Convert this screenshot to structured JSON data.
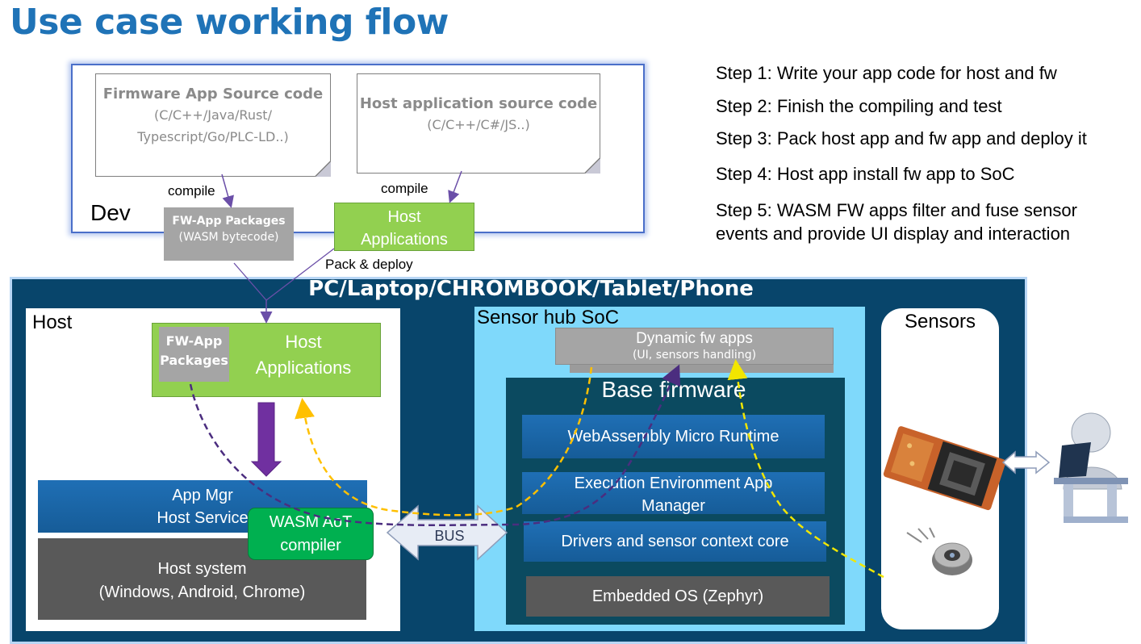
{
  "title": "Use case working flow",
  "dev": {
    "label": "Dev",
    "fw_source": {
      "title": "Firmware App Source code",
      "lines": [
        "(C/C++/Java/Rust/",
        "Typescript/Go/PLC-LD..)"
      ]
    },
    "host_source": {
      "title": "Host application source code",
      "lines": [
        "(C/C++/C#/JS..)"
      ]
    },
    "compile_left": "compile",
    "compile_right": "compile",
    "fw_packages": {
      "title": "FW-App Packages",
      "sub": "(WASM bytecode)"
    },
    "host_apps": {
      "line1": "Host",
      "line2": "Applications"
    },
    "pack_deploy": "Pack & deploy"
  },
  "steps": [
    "Step 1: Write your app code for host and fw",
    "Step 2: Finish the compiling and test",
    "Step 3: Pack host app and fw app and deploy it",
    "Step 4: Host app install fw app to SoC",
    "Step 5: WASM FW apps filter and fuse sensor",
    "events and provide UI display and interaction"
  ],
  "platform": {
    "title": "PC/Laptop/CHROMBOOK/Tablet/Phone",
    "host": {
      "label": "Host",
      "fw_packages": {
        "line1": "FW-App",
        "line2": "Packages"
      },
      "host_apps": {
        "line1": "Host",
        "line2": "Applications"
      },
      "app_mgr": {
        "line1": "App Mgr",
        "line2": "Host Service"
      },
      "aot": {
        "line1": "WASM AoT",
        "line2": "compiler"
      },
      "host_system": {
        "line1": "Host system",
        "line2": "(Windows, Android, Chrome)"
      }
    },
    "bus": "BUS",
    "soc": {
      "label": "Sensor hub SoC",
      "dynamic": {
        "title": "Dynamic fw apps",
        "sub": "(UI, sensors handling)"
      },
      "base_fw": "Base firmware",
      "runtime": "WebAssembly Micro Runtime",
      "exec_env": {
        "line1": "Execution Environment App",
        "line2": "Manager"
      },
      "drivers": "Drivers and sensor context core",
      "embedded_os": "Embedded OS (Zephyr)"
    },
    "sensors": {
      "label": "Sensors"
    }
  },
  "colors": {
    "title_blue": "#1f73b7",
    "platform_navy": "#08456b",
    "soc_cyan": "#7fd9fb",
    "green": "#92d050",
    "aot_green": "#00b050",
    "flow_purple": "#4b2d7f",
    "flow_yellow": "#ffc000",
    "arrow_purple": "#7030a0"
  }
}
